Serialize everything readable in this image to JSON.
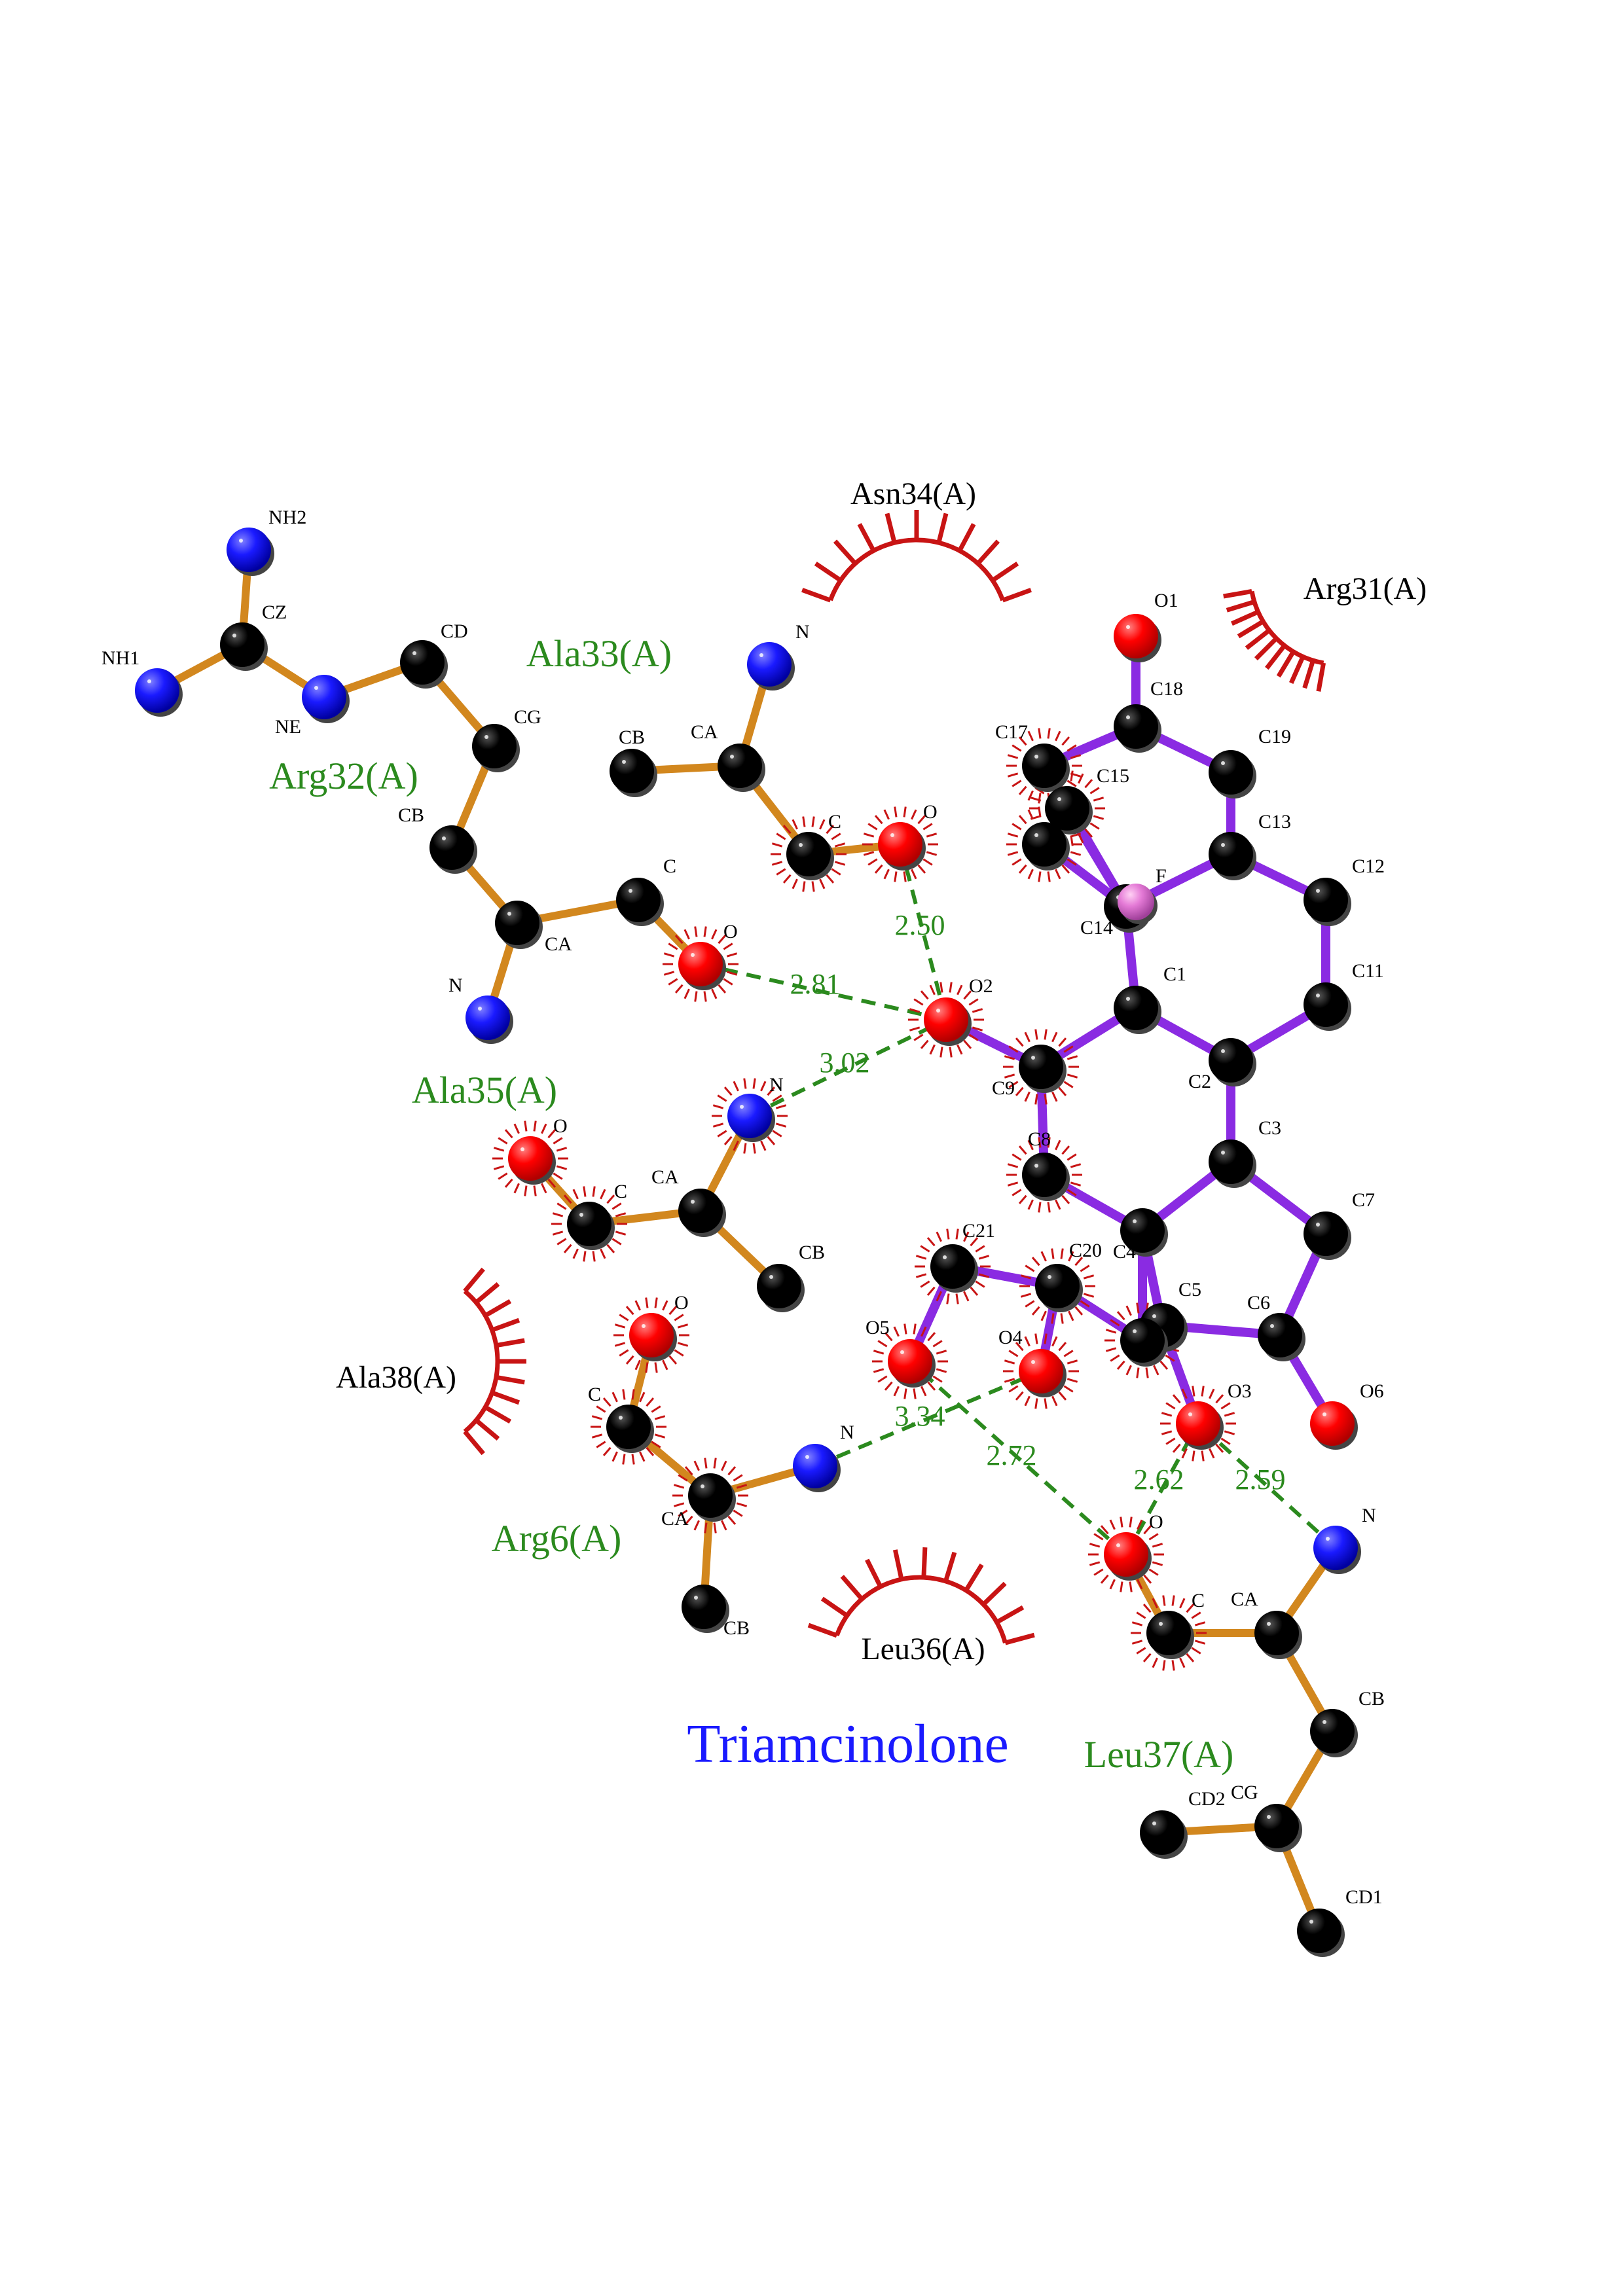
{
  "colors": {
    "ligand_bond": "#8a2be2",
    "residue_bond": "#d2871e",
    "hbond": "#2b8a1e",
    "hydrophobic": "#c81414",
    "carbon": "#000000",
    "oxygen": "#ff0000",
    "nitrogen": "#1a1aff",
    "fluorine": "#e47ad6",
    "ligand_title": "#1a1aff",
    "hbond_residue_label": "#2b8a1e",
    "hydrophobic_residue_label": "#000000"
  },
  "ligand": {
    "name": "Triamcinolone",
    "atoms": [
      {
        "id": "O1",
        "label": "O1",
        "element": "O"
      },
      {
        "id": "C18",
        "label": "C18",
        "element": "C"
      },
      {
        "id": "C19",
        "label": "C19",
        "element": "C"
      },
      {
        "id": "C17",
        "label": "C17",
        "element": "C"
      },
      {
        "id": "C15",
        "label": "C15",
        "element": "C"
      },
      {
        "id": "C16",
        "label": "",
        "element": "C"
      },
      {
        "id": "C13",
        "label": "C13",
        "element": "C"
      },
      {
        "id": "C14",
        "label": "C14",
        "element": "C"
      },
      {
        "id": "F",
        "label": "F",
        "element": "F"
      },
      {
        "id": "C12",
        "label": "C12",
        "element": "C"
      },
      {
        "id": "C11",
        "label": "C11",
        "element": "C"
      },
      {
        "id": "C1",
        "label": "C1",
        "element": "C"
      },
      {
        "id": "O2",
        "label": "O2",
        "element": "O"
      },
      {
        "id": "C9",
        "label": "C9",
        "element": "C"
      },
      {
        "id": "C2",
        "label": "C2",
        "element": "C"
      },
      {
        "id": "C3",
        "label": "C3",
        "element": "C"
      },
      {
        "id": "C8",
        "label": "C8",
        "element": "C"
      },
      {
        "id": "C4",
        "label": "C4",
        "element": "C"
      },
      {
        "id": "C7",
        "label": "C7",
        "element": "C"
      },
      {
        "id": "C21",
        "label": "C21",
        "element": "C"
      },
      {
        "id": "C20",
        "label": "C20",
        "element": "C"
      },
      {
        "id": "C5",
        "label": "C5",
        "element": "C"
      },
      {
        "id": "C10",
        "label": "",
        "element": "C"
      },
      {
        "id": "C6",
        "label": "C6",
        "element": "C"
      },
      {
        "id": "O5",
        "label": "O5",
        "element": "O"
      },
      {
        "id": "O4",
        "label": "O4",
        "element": "O"
      },
      {
        "id": "O3",
        "label": "O3",
        "element": "O"
      },
      {
        "id": "O6",
        "label": "O6",
        "element": "O"
      }
    ],
    "bonds": [
      [
        "O1",
        "C18"
      ],
      [
        "C18",
        "C19"
      ],
      [
        "C18",
        "C17"
      ],
      [
        "C17",
        "C15"
      ],
      [
        "C17",
        "C14"
      ],
      [
        "C16",
        "C14"
      ],
      [
        "C15",
        "C14"
      ],
      [
        "C19",
        "C13"
      ],
      [
        "C13",
        "C14"
      ],
      [
        "C13",
        "C12"
      ],
      [
        "C12",
        "C11"
      ],
      [
        "C11",
        "C2"
      ],
      [
        "C14",
        "C1"
      ],
      [
        "C1",
        "C2"
      ],
      [
        "C1",
        "C9"
      ],
      [
        "C9",
        "O2"
      ],
      [
        "C9",
        "C8"
      ],
      [
        "C8",
        "C4"
      ],
      [
        "C2",
        "C3"
      ],
      [
        "C3",
        "C4"
      ],
      [
        "C3",
        "C7"
      ],
      [
        "C7",
        "C6"
      ],
      [
        "C4",
        "C5"
      ],
      [
        "C4",
        "C10"
      ],
      [
        "C5",
        "C6"
      ],
      [
        "C6",
        "O6"
      ],
      [
        "C5",
        "O3"
      ],
      [
        "C10",
        "C20"
      ],
      [
        "C20",
        "C21"
      ],
      [
        "C20",
        "O4"
      ],
      [
        "C21",
        "O5"
      ]
    ]
  },
  "residues": [
    {
      "name": "Arg32(A)",
      "kind": "hbond",
      "atoms": [
        {
          "id": "NH2",
          "label": "NH2",
          "element": "N"
        },
        {
          "id": "NH1",
          "label": "NH1",
          "element": "N"
        },
        {
          "id": "CZ",
          "label": "CZ",
          "element": "C"
        },
        {
          "id": "NE",
          "label": "NE",
          "element": "N"
        },
        {
          "id": "CD",
          "label": "CD",
          "element": "C"
        },
        {
          "id": "CG",
          "label": "CG",
          "element": "C"
        },
        {
          "id": "CB",
          "label": "CB",
          "element": "C"
        },
        {
          "id": "CA",
          "label": "CA",
          "element": "C"
        },
        {
          "id": "N",
          "label": "N",
          "element": "N"
        },
        {
          "id": "C",
          "label": "C",
          "element": "C"
        },
        {
          "id": "O",
          "label": "O",
          "element": "O"
        }
      ],
      "bonds": [
        [
          "NH2",
          "CZ"
        ],
        [
          "NH1",
          "CZ"
        ],
        [
          "CZ",
          "NE"
        ],
        [
          "NE",
          "CD"
        ],
        [
          "CD",
          "CG"
        ],
        [
          "CG",
          "CB"
        ],
        [
          "CB",
          "CA"
        ],
        [
          "CA",
          "N"
        ],
        [
          "CA",
          "C"
        ],
        [
          "C",
          "O"
        ]
      ]
    },
    {
      "name": "Ala33(A)",
      "kind": "hbond",
      "atoms": [
        {
          "id": "N",
          "label": "N",
          "element": "N"
        },
        {
          "id": "CA",
          "label": "CA",
          "element": "C"
        },
        {
          "id": "CB",
          "label": "CB",
          "element": "C"
        },
        {
          "id": "C",
          "label": "C",
          "element": "C"
        },
        {
          "id": "O",
          "label": "O",
          "element": "O"
        }
      ],
      "bonds": [
        [
          "N",
          "CA"
        ],
        [
          "CA",
          "CB"
        ],
        [
          "CA",
          "C"
        ],
        [
          "C",
          "O"
        ]
      ]
    },
    {
      "name": "Ala35(A)",
      "kind": "hbond",
      "atoms": [
        {
          "id": "N",
          "label": "N",
          "element": "N"
        },
        {
          "id": "CA",
          "label": "CA",
          "element": "C"
        },
        {
          "id": "CB",
          "label": "CB",
          "element": "C"
        },
        {
          "id": "C",
          "label": "C",
          "element": "C"
        },
        {
          "id": "O",
          "label": "O",
          "element": "O"
        }
      ],
      "bonds": [
        [
          "N",
          "CA"
        ],
        [
          "CA",
          "CB"
        ],
        [
          "CA",
          "C"
        ],
        [
          "C",
          "O"
        ]
      ]
    },
    {
      "name": "Arg6(A)",
      "kind": "hbond",
      "atoms": [
        {
          "id": "O",
          "label": "O",
          "element": "O"
        },
        {
          "id": "C",
          "label": "C",
          "element": "C"
        },
        {
          "id": "CA",
          "label": "CA",
          "element": "C"
        },
        {
          "id": "N",
          "label": "N",
          "element": "N"
        },
        {
          "id": "CB",
          "label": "CB",
          "element": "C"
        }
      ],
      "bonds": [
        [
          "O",
          "C"
        ],
        [
          "C",
          "CA"
        ],
        [
          "CA",
          "N"
        ],
        [
          "CA",
          "CB"
        ]
      ]
    },
    {
      "name": "Leu37(A)",
      "kind": "hbond",
      "atoms": [
        {
          "id": "O",
          "label": "O",
          "element": "O"
        },
        {
          "id": "C",
          "label": "C",
          "element": "C"
        },
        {
          "id": "CA",
          "label": "CA",
          "element": "C"
        },
        {
          "id": "N",
          "label": "N",
          "element": "N"
        },
        {
          "id": "CB",
          "label": "CB",
          "element": "C"
        },
        {
          "id": "CG",
          "label": "CG",
          "element": "C"
        },
        {
          "id": "CD2",
          "label": "CD2",
          "element": "C"
        },
        {
          "id": "CD1",
          "label": "CD1",
          "element": "C"
        }
      ],
      "bonds": [
        [
          "O",
          "C"
        ],
        [
          "C",
          "CA"
        ],
        [
          "CA",
          "N"
        ],
        [
          "CA",
          "CB"
        ],
        [
          "CB",
          "CG"
        ],
        [
          "CG",
          "CD2"
        ],
        [
          "CG",
          "CD1"
        ]
      ]
    }
  ],
  "hydrophobic_contacts": [
    {
      "name": "Asn34(A)"
    },
    {
      "name": "Arg31(A)"
    },
    {
      "name": "Ala38(A)"
    },
    {
      "name": "Leu36(A)"
    }
  ],
  "hbonds": [
    {
      "from": "Ala33(A).O",
      "to": "ligand.O2",
      "distance": "2.50"
    },
    {
      "from": "Arg32(A).O",
      "to": "ligand.O2",
      "distance": "2.81"
    },
    {
      "from": "Ala35(A).N",
      "to": "ligand.O2",
      "distance": "3.02"
    },
    {
      "from": "Arg6(A).N",
      "to": "ligand.O4",
      "distance": "3.34"
    },
    {
      "from": "Leu37(A).O",
      "to": "ligand.O5",
      "distance": "2.72"
    },
    {
      "from": "Leu37(A).O",
      "to": "ligand.O3",
      "distance": "2.62"
    },
    {
      "from": "Leu37(A).N",
      "to": "ligand.O3",
      "distance": "2.59"
    }
  ]
}
